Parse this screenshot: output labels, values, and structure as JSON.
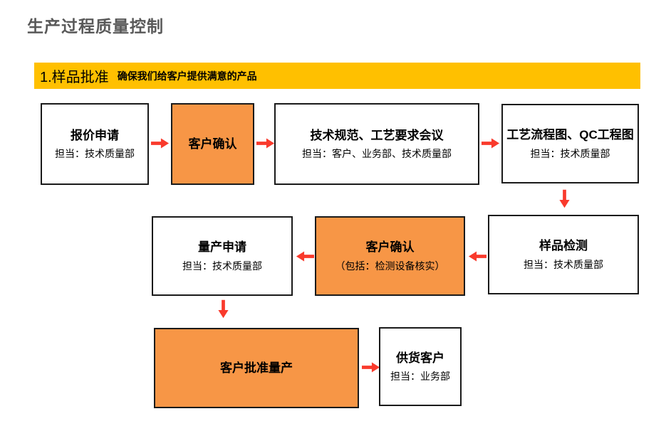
{
  "page": {
    "title": "生产过程质量控制"
  },
  "banner": {
    "title": "1.样品批准",
    "subtitle": "确保我们给客户提供满意的产品"
  },
  "colors": {
    "banner_yellow": "#FFC000",
    "box_orange": "#F79646",
    "arrow_red": "#F93A2C",
    "title_gray": "#595959",
    "border_black": "#1A1A1A",
    "text_black": "#000000"
  },
  "boxes": [
    {
      "id": "quote-request",
      "title": "报价申请",
      "subtitle": "担当：技术质量部",
      "style": "white"
    },
    {
      "id": "customer-confirm-1",
      "title": "客户确认",
      "style": "orange"
    },
    {
      "id": "spec-meeting",
      "title": "技术规范、工艺要求会议",
      "subtitle": "担当：客户、业务部、技术质量部",
      "style": "white"
    },
    {
      "id": "process-flow-qc-chart",
      "title": "工艺流程图、QC工程图",
      "subtitle": "担当：技术质量部",
      "style": "white"
    },
    {
      "id": "sample-test",
      "title": "样品检测",
      "subtitle": "担当：技术质量部",
      "style": "white"
    },
    {
      "id": "customer-confirm-2",
      "title": "客户确认",
      "subtitle": "（包括：检测设备核实）",
      "style": "orange"
    },
    {
      "id": "mass-production-request",
      "title": "量产申请",
      "subtitle": "担当：技术质量部",
      "style": "white"
    },
    {
      "id": "customer-approve-mp",
      "title": "客户批准量产",
      "style": "orange"
    },
    {
      "id": "supply-customer",
      "title": "供货客户",
      "subtitle": "担当：业务部",
      "style": "white"
    }
  ]
}
